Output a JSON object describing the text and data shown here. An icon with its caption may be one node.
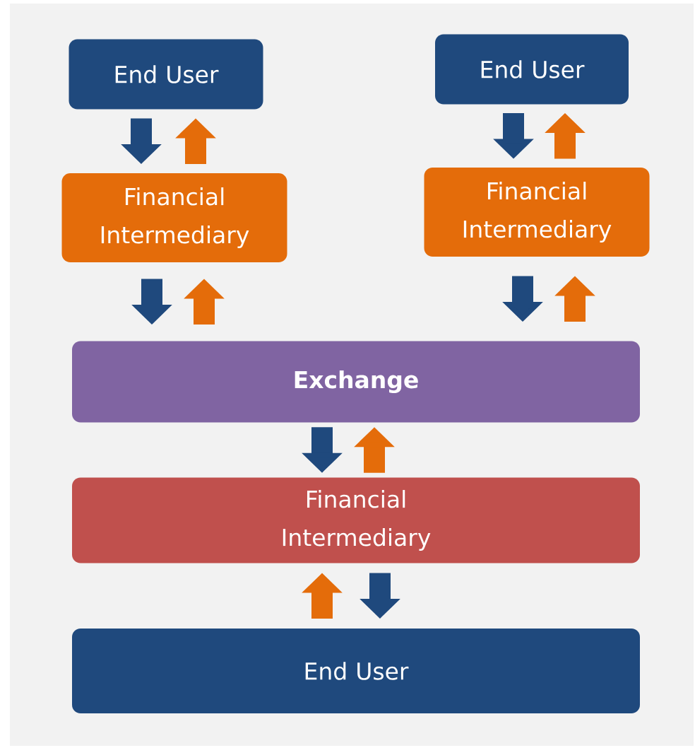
{
  "diagram": {
    "nodes": [
      {
        "text": [
          "End User"
        ]
      },
      {
        "text": [
          "End User"
        ]
      },
      {
        "text": [
          "Financial Intermediary"
        ]
      },
      {
        "text": [
          "Financial Intermediary"
        ]
      },
      {
        "text": [
          "Exchange"
        ]
      },
      {
        "text": [
          "Financial Intermediary"
        ]
      },
      {
        "text": [
          "End User"
        ]
      }
    ],
    "edges": [
      {
        "from": 0,
        "to": 2,
        "arrow": "to",
        "color": "#1f497d"
      },
      {
        "from": 2,
        "to": 0,
        "arrow": "to",
        "color": "#e46c0a"
      },
      {
        "from": 1,
        "to": 3,
        "arrow": "to",
        "color": "#1f497d"
      },
      {
        "from": 3,
        "to": 1,
        "arrow": "to",
        "color": "#e46c0a"
      },
      {
        "from": 2,
        "to": 4,
        "arrow": "to",
        "color": "#1f497d"
      },
      {
        "from": 4,
        "to": 2,
        "arrow": "to",
        "color": "#e46c0a"
      },
      {
        "from": 3,
        "to": 4,
        "arrow": "to",
        "color": "#1f497d"
      },
      {
        "from": 4,
        "to": 3,
        "arrow": "to",
        "color": "#e46c0a"
      },
      {
        "from": 4,
        "to": 5,
        "arrow": "to",
        "color": "#1f497d"
      },
      {
        "from": 5,
        "to": 4,
        "arrow": "to",
        "color": "#e46c0a"
      },
      {
        "from": 6,
        "to": 5,
        "arrow": "to",
        "color": "#e46c0a"
      },
      {
        "from": 5,
        "to": 6,
        "arrow": "to",
        "color": "#1f497d"
      }
    ]
  }
}
